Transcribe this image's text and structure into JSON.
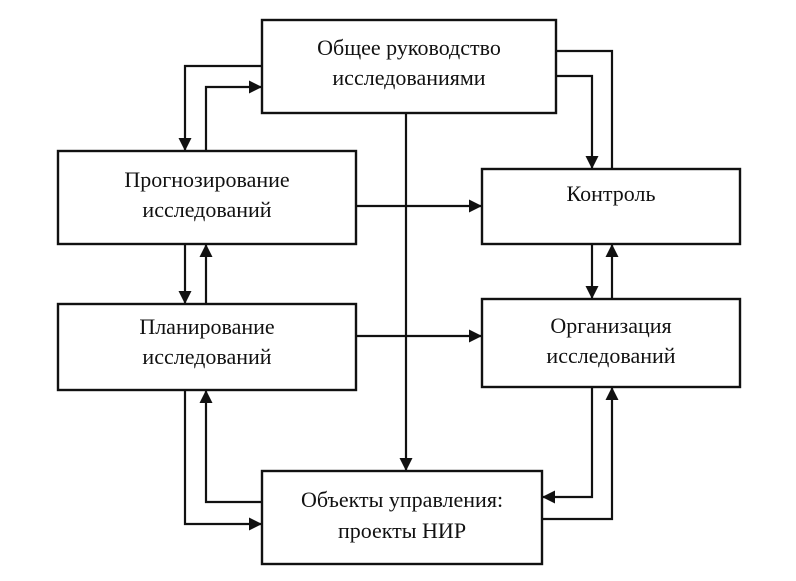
{
  "nodes": {
    "management": {
      "line1": "Общее руководство",
      "line2": "исследованиями"
    },
    "forecasting": {
      "line1": "Прогнозирование",
      "line2": "исследований"
    },
    "control": {
      "line1": "Контроль"
    },
    "planning": {
      "line1": "Планирование",
      "line2": "исследований"
    },
    "organization": {
      "line1": "Организация",
      "line2": "исследований"
    },
    "objects": {
      "line1": "Объекты управления:",
      "line2": "проекты НИР"
    }
  },
  "colors": {
    "stroke": "#111111",
    "background": "#ffffff"
  }
}
